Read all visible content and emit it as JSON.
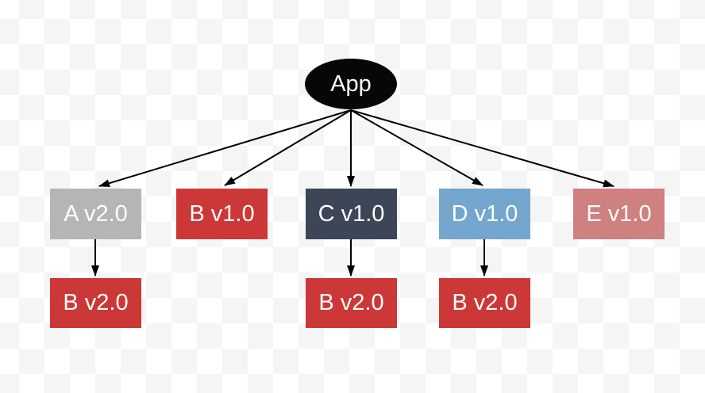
{
  "diagram": {
    "type": "dependency-graph",
    "edge_color": "#000000",
    "background": {
      "checker_light": "#ffffff",
      "checker_dark": "#f5f5f5"
    },
    "root": {
      "id": "app",
      "label": "App",
      "fill": "#070707",
      "text_color": "#ffffff",
      "shape": "ellipse"
    },
    "nodes": [
      {
        "id": "a-v2",
        "label": "A v2.0",
        "fill": "#b5b5b5",
        "text_color": "#ffffff",
        "shape": "box"
      },
      {
        "id": "b-v1",
        "label": "B v1.0",
        "fill": "#cb3837",
        "text_color": "#ffffff",
        "shape": "box"
      },
      {
        "id": "c-v1",
        "label": "C v1.0",
        "fill": "#3c4657",
        "text_color": "#ffffff",
        "shape": "box"
      },
      {
        "id": "d-v1",
        "label": "D v1.0",
        "fill": "#74a6ce",
        "text_color": "#ffffff",
        "shape": "box"
      },
      {
        "id": "e-v1",
        "label": "E v1.0",
        "fill": "#cf8081",
        "text_color": "#ffffff",
        "shape": "box"
      },
      {
        "id": "b-v2-left",
        "label": "B v2.0",
        "fill": "#cb3837",
        "text_color": "#ffffff",
        "shape": "box"
      },
      {
        "id": "b-v2-mid",
        "label": "B v2.0",
        "fill": "#cb3837",
        "text_color": "#ffffff",
        "shape": "box"
      },
      {
        "id": "b-v2-right",
        "label": "B v2.0",
        "fill": "#cb3837",
        "text_color": "#ffffff",
        "shape": "box"
      }
    ],
    "edges": [
      {
        "from": "App",
        "to": "A v2.0"
      },
      {
        "from": "App",
        "to": "B v1.0"
      },
      {
        "from": "App",
        "to": "C v1.0"
      },
      {
        "from": "App",
        "to": "D v1.0"
      },
      {
        "from": "App",
        "to": "E v1.0"
      },
      {
        "from": "A v2.0",
        "to": "B v2.0"
      },
      {
        "from": "C v1.0",
        "to": "B v2.0"
      },
      {
        "from": "D v1.0",
        "to": "B v2.0"
      }
    ]
  }
}
